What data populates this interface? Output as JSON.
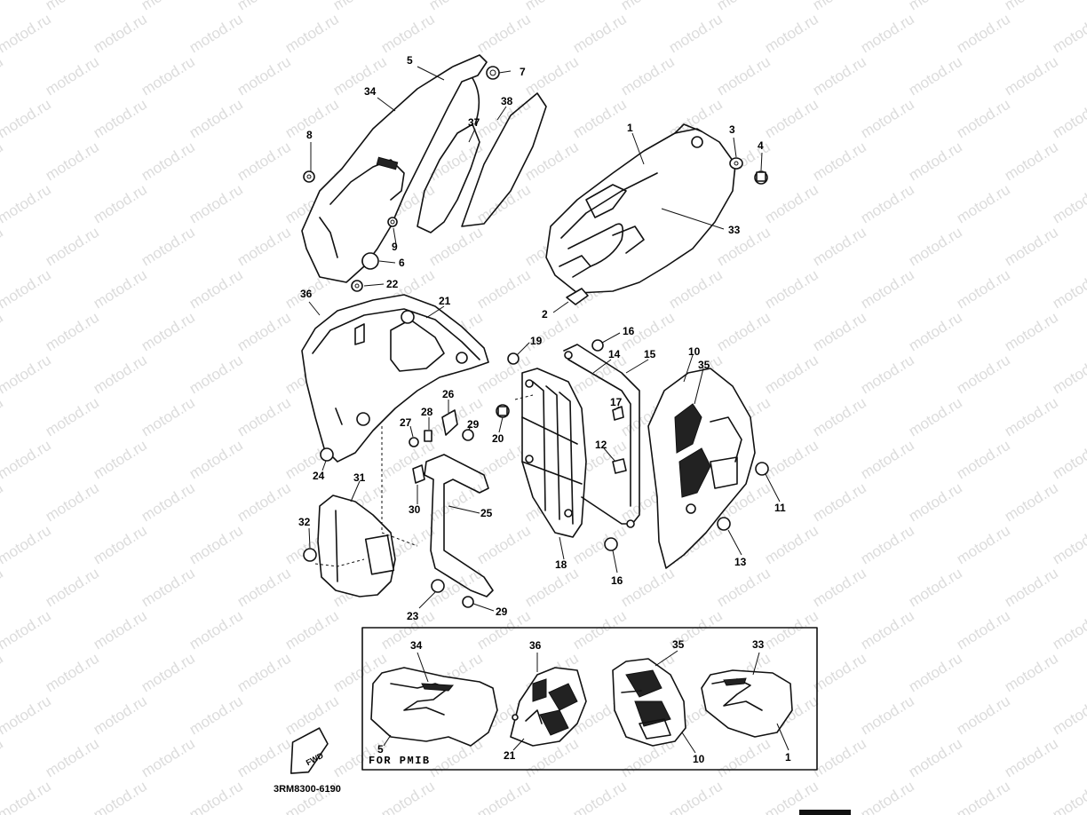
{
  "watermark": {
    "text": "motod.ru"
  },
  "inset": {
    "caption": "FOR  PMIB"
  },
  "footer": {
    "part_code": "3RM8300-6190"
  },
  "fwd_badge": {
    "label": "FWD"
  },
  "callouts": [
    {
      "id": "5",
      "label": "5"
    },
    {
      "id": "7",
      "label": "7"
    },
    {
      "id": "34",
      "label": "34"
    },
    {
      "id": "38",
      "label": "38"
    },
    {
      "id": "37",
      "label": "37"
    },
    {
      "id": "8",
      "label": "8"
    },
    {
      "id": "1",
      "label": "1"
    },
    {
      "id": "3",
      "label": "3"
    },
    {
      "id": "4",
      "label": "4"
    },
    {
      "id": "33",
      "label": "33"
    },
    {
      "id": "9",
      "label": "9"
    },
    {
      "id": "6",
      "label": "6"
    },
    {
      "id": "22",
      "label": "22"
    },
    {
      "id": "36",
      "label": "36"
    },
    {
      "id": "21",
      "label": "21"
    },
    {
      "id": "2",
      "label": "2"
    },
    {
      "id": "19",
      "label": "19"
    },
    {
      "id": "16a",
      "label": "16"
    },
    {
      "id": "14",
      "label": "14"
    },
    {
      "id": "15",
      "label": "15"
    },
    {
      "id": "10",
      "label": "10"
    },
    {
      "id": "35",
      "label": "35"
    },
    {
      "id": "26",
      "label": "26"
    },
    {
      "id": "17",
      "label": "17"
    },
    {
      "id": "27",
      "label": "27"
    },
    {
      "id": "28",
      "label": "28"
    },
    {
      "id": "29a",
      "label": "29"
    },
    {
      "id": "20",
      "label": "20"
    },
    {
      "id": "12",
      "label": "12"
    },
    {
      "id": "24",
      "label": "24"
    },
    {
      "id": "11",
      "label": "11"
    },
    {
      "id": "31",
      "label": "31"
    },
    {
      "id": "30",
      "label": "30"
    },
    {
      "id": "25",
      "label": "25"
    },
    {
      "id": "32",
      "label": "32"
    },
    {
      "id": "13",
      "label": "13"
    },
    {
      "id": "18",
      "label": "18"
    },
    {
      "id": "16b",
      "label": "16"
    },
    {
      "id": "23",
      "label": "23"
    },
    {
      "id": "29b",
      "label": "29"
    },
    {
      "id": "i34",
      "label": "34"
    },
    {
      "id": "i36",
      "label": "36"
    },
    {
      "id": "i35",
      "label": "35"
    },
    {
      "id": "i33",
      "label": "33"
    },
    {
      "id": "i5",
      "label": "5"
    },
    {
      "id": "i21",
      "label": "21"
    },
    {
      "id": "i10",
      "label": "10"
    },
    {
      "id": "i1",
      "label": "1"
    }
  ]
}
